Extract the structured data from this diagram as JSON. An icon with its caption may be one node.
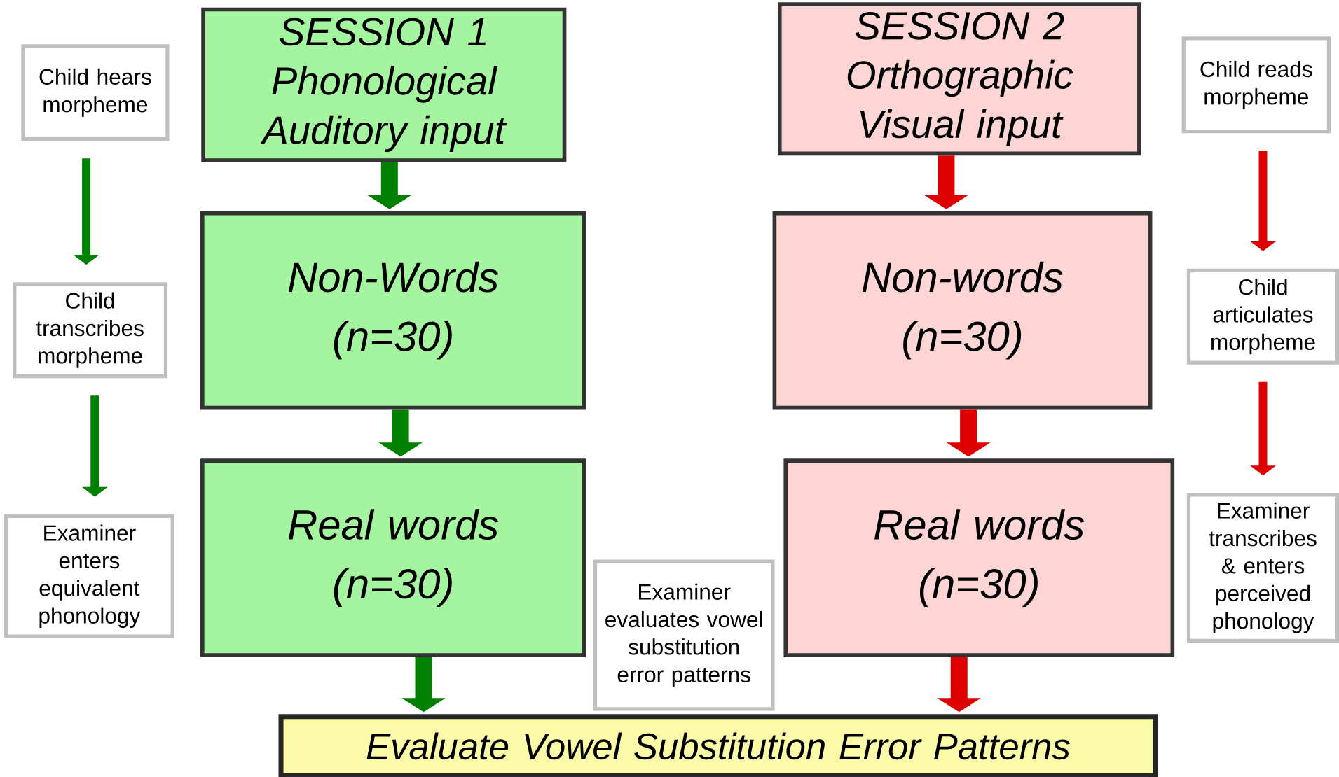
{
  "diagram": {
    "nodes": [
      {
        "text": [
          "SESSION 1",
          "Phonological Auditory input"
        ]
      },
      {
        "text": [
          "Non-Words (n=30)"
        ]
      },
      {
        "text": [
          "Real words (n=30)"
        ]
      },
      {
        "text": [
          "SESSION 2",
          "Orthographic Visual input"
        ]
      },
      {
        "text": [
          "Non-words (n=30)"
        ]
      },
      {
        "text": [
          "Real words (n=30)"
        ]
      },
      {
        "text": [
          "Evaluate Vowel Substitution Error Patterns"
        ]
      },
      {
        "text": [
          "Child hears morpheme"
        ]
      },
      {
        "text": [
          "Child transcribes morpheme"
        ]
      },
      {
        "text": [
          "Examiner enters equivalent phonology"
        ]
      },
      {
        "text": [
          "Examiner evaluates vowel substitution error patterns"
        ]
      },
      {
        "text": [
          "Child reads morpheme"
        ]
      },
      {
        "text": [
          "Child articulates morpheme"
        ]
      },
      {
        "text": [
          "Examiner transcribes & enters perceived phonology"
        ]
      }
    ],
    "edges": [
      {
        "from": 0,
        "to": 1,
        "arrow": "to"
      },
      {
        "from": 1,
        "to": 2,
        "arrow": "to"
      },
      {
        "from": 2,
        "to": 6,
        "arrow": "to"
      },
      {
        "from": 3,
        "to": 4,
        "arrow": "to",
        "color": "#dd0000"
      },
      {
        "from": 4,
        "to": 5,
        "arrow": "to",
        "color": "#dd0000"
      },
      {
        "from": 5,
        "to": 6,
        "arrow": "to",
        "color": "#dd0000"
      },
      {
        "from": 7,
        "to": 8,
        "arrow": "to"
      },
      {
        "from": 8,
        "to": 9,
        "arrow": "to"
      },
      {
        "from": 11,
        "to": 12,
        "arrow": "to",
        "color": "#dd0000"
      },
      {
        "from": 12,
        "to": 13,
        "arrow": "to",
        "color": "#dd0000"
      }
    ]
  }
}
